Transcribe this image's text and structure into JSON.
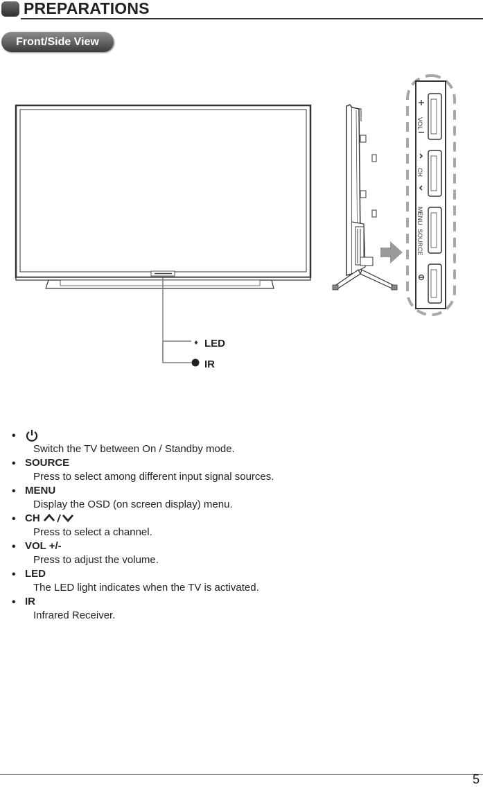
{
  "header": {
    "title": "PREPARATIONS"
  },
  "section": {
    "label": "Front/Side View"
  },
  "figure": {
    "callouts": {
      "led": "LED",
      "ir": "IR"
    },
    "panel_labels": {
      "vol": "VOL",
      "ch": "CH",
      "menu": "MENU",
      "source": "SOURCE"
    }
  },
  "items": [
    {
      "term": "",
      "icon": "power-icon",
      "desc": "Switch the TV between On / Standby mode."
    },
    {
      "term": "SOURCE",
      "desc": "Press to select among different input signal sources."
    },
    {
      "term": "MENU",
      "desc": "Display the OSD (on screen display) menu."
    },
    {
      "term": "CH",
      "icon": "chevron-up-down-icon",
      "desc": "Press to select a channel."
    },
    {
      "term": "VOL +/-",
      "desc": "Press to adjust the volume."
    },
    {
      "term": "LED",
      "desc": "The LED light indicates when the TV is activated."
    },
    {
      "term": "IR",
      "desc": "Infrared Receiver."
    }
  ],
  "footer": {
    "page": "5"
  }
}
